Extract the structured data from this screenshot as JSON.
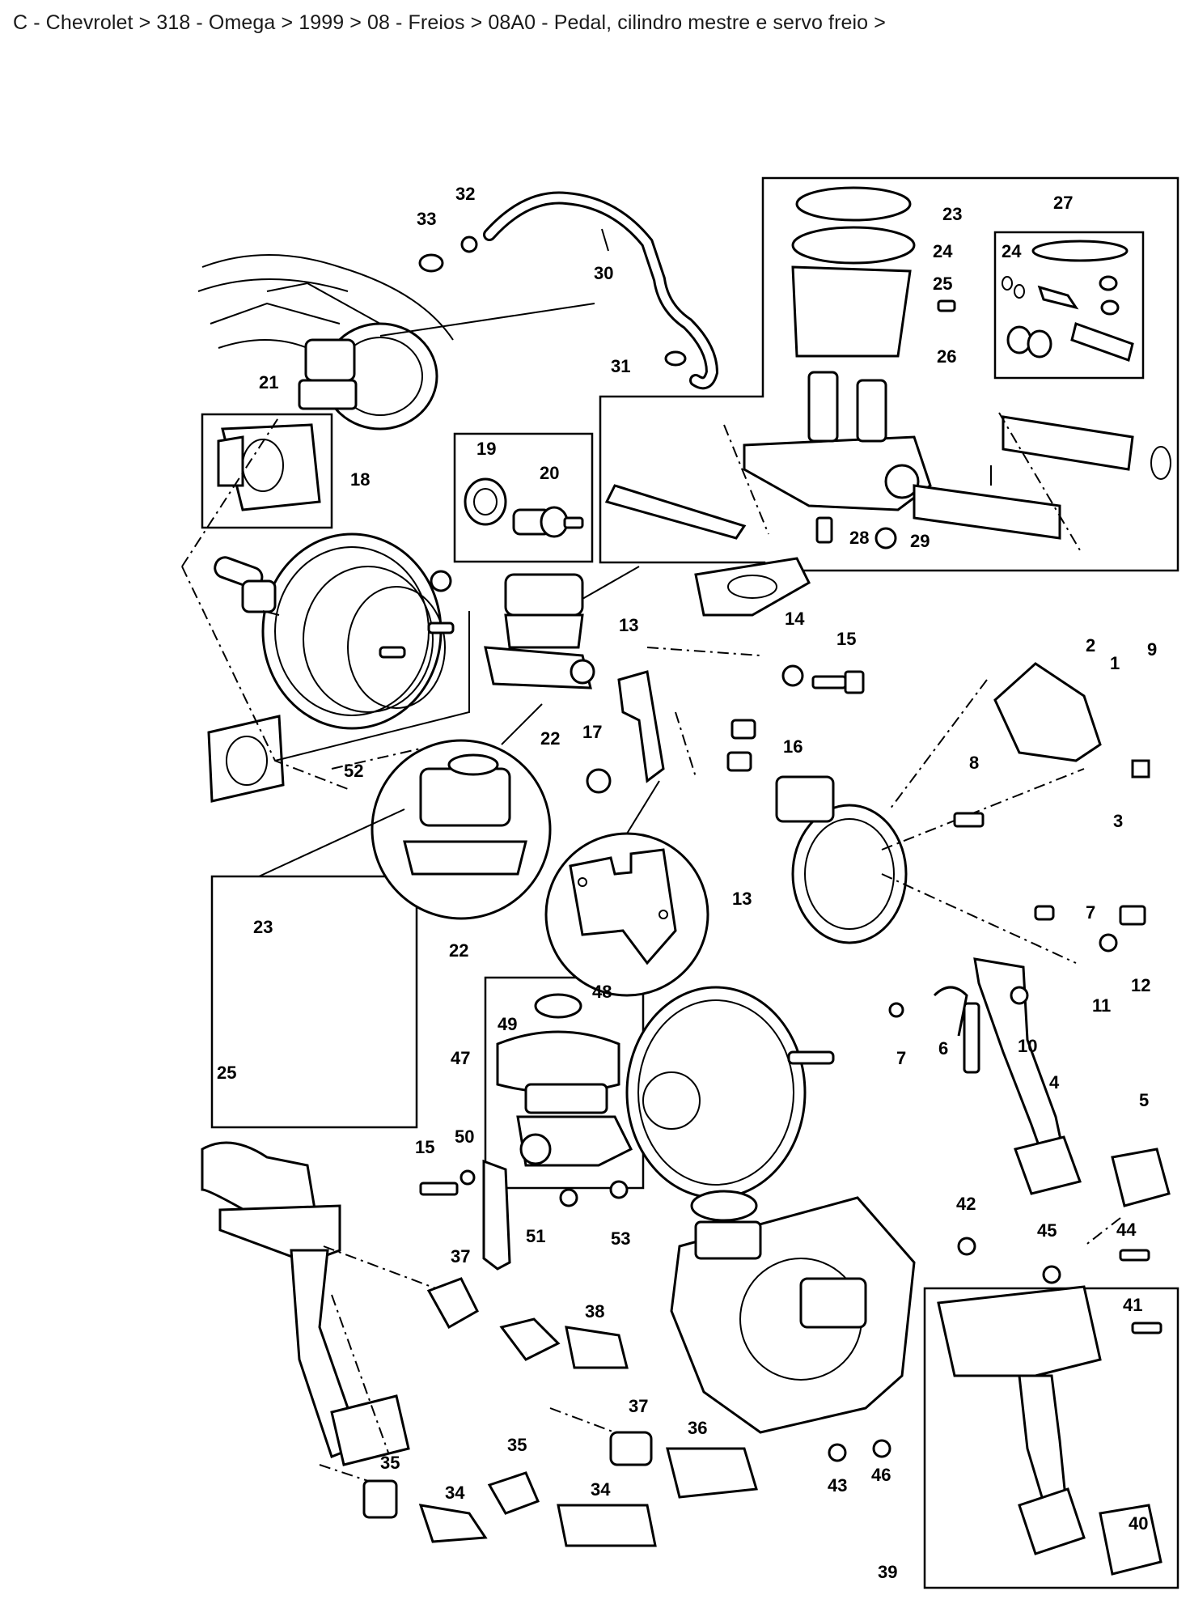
{
  "breadcrumb": {
    "items": [
      "C - Chevrolet",
      "318 - Omega",
      "1999",
      "08 - Freios",
      "08A0 - Pedal, cilindro mestre e servo freio"
    ],
    "separator": ">"
  },
  "parts": {
    "p1": "1",
    "p2": "2",
    "p3": "3",
    "p4": "4",
    "p5": "5",
    "p6a": "6",
    "p7a": "7",
    "p7b": "7",
    "p8": "8",
    "p9": "9",
    "p10": "10",
    "p11": "11",
    "p12": "12",
    "p13a": "13",
    "p13b": "13",
    "p14": "14",
    "p15a": "15",
    "p15b": "15",
    "p16": "16",
    "p17": "17",
    "p18": "18",
    "p19": "19",
    "p20": "20",
    "p21": "21",
    "p22a": "22",
    "p22b": "22",
    "p23a": "23",
    "p23b": "23",
    "p24a": "24",
    "p24b": "24",
    "p25a": "25",
    "p25b": "25",
    "p26": "26",
    "p27": "27",
    "p28": "28",
    "p29": "29",
    "p30": "30",
    "p31": "31",
    "p32": "32",
    "p33": "33",
    "p34a": "34",
    "p34b": "34",
    "p35a": "35",
    "p35b": "35",
    "p36": "36",
    "p37a": "37",
    "p37b": "37",
    "p38": "38",
    "p39": "39",
    "p40": "40",
    "p41": "41",
    "p42": "42",
    "p43": "43",
    "p44": "44",
    "p45": "45",
    "p46": "46",
    "p47": "47",
    "p48": "48",
    "p49": "49",
    "p50": "50",
    "p51": "51",
    "p52": "52",
    "p53": "53"
  }
}
